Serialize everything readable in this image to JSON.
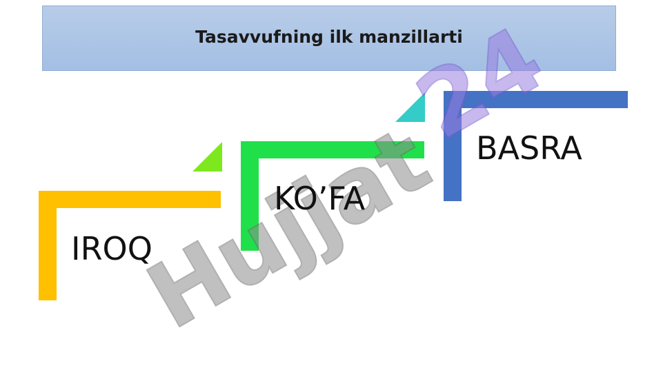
{
  "title": "Tasavvufning ilk manzillarti",
  "steps": [
    {
      "label": "IROQ",
      "color": "#ffc000"
    },
    {
      "label": "KO’FA",
      "color": "#1fe04a"
    },
    {
      "label": "BASRA",
      "color": "#4472c4"
    }
  ],
  "arrow_colors": [
    "#7ee81e",
    "#33ccc8"
  ],
  "watermark": {
    "text": "Hujjat24",
    "colors": [
      "#8c8c8c",
      "#9a7ee0"
    ]
  }
}
